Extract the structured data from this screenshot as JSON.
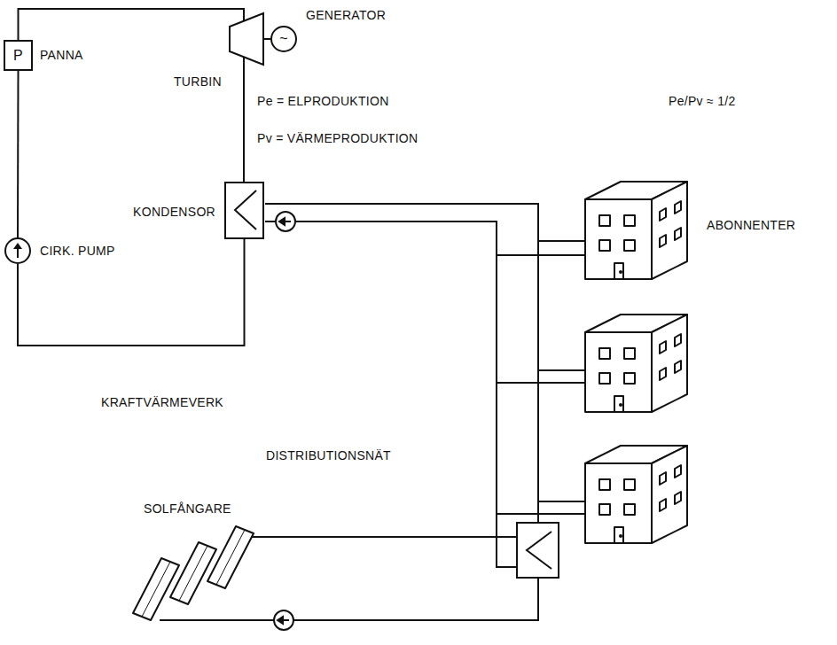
{
  "diagram": {
    "nodes": [
      {
        "text": [
          "P",
          "PANNA"
        ]
      },
      {
        "text": [
          "TURBIN"
        ]
      },
      {
        "text": [
          "~",
          "GENERATOR"
        ]
      },
      {
        "text": [
          "CIRK. PUMP"
        ]
      },
      {
        "text": [
          "KONDENSOR"
        ]
      }
    ],
    "edges": [
      {
        "from": 0,
        "to": 1,
        "arrow": "none"
      },
      {
        "from": 1,
        "to": 4,
        "arrow": "none"
      },
      {
        "from": 1,
        "to": 2,
        "arrow": "none"
      },
      {
        "from": 4,
        "to": 3,
        "arrow": "none"
      },
      {
        "from": 3,
        "to": 0,
        "arrow": "none"
      }
    ],
    "labels": [
      "Pe = ELPRODUKTION",
      "Pe/Pv ≈ 1/2",
      "Pv = VÄRMEPRODUKTION",
      "ABONNENTER",
      "KRAFTVÄRMEVERK",
      "DISTRIBUTIONSNÄT",
      "SOLFÅNGARE"
    ]
  }
}
